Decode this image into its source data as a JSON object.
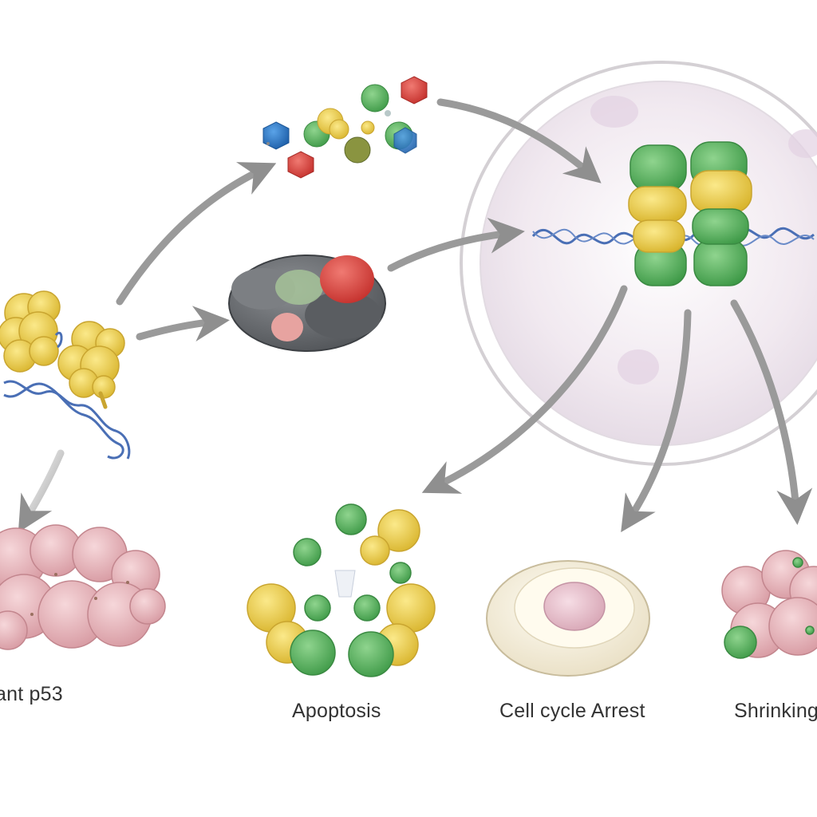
{
  "labels": {
    "mutant": "ant p53",
    "apoptosis": "Apoptosis",
    "arrest": "Cell cycle Arrest",
    "shrinking": "Shrinking"
  },
  "colors": {
    "arrow": "#9a9a9a",
    "dna": "#4a6fb5",
    "p53_yellow": "#f0d24a",
    "p53_green": "#5cb35f",
    "fragment_red": "#d9423e",
    "fragment_blue": "#2f78c8",
    "proteasome_gray": "#6b6e72",
    "nucleus": "#efe7ee",
    "tumor_pink": "#e8b8bd",
    "cell_cream": "#f5efdc",
    "cell_nucleus": "#e7bcc8"
  },
  "icons": [
    "mutant-p53-protein-icon",
    "dna-helix-icon",
    "protein-fragments-icon",
    "proteasome-icon",
    "nucleus-icon",
    "p53-tetramer-icon",
    "tumor-cluster-icon",
    "apoptotic-bodies-icon",
    "arrested-cell-icon",
    "shrinking-tumor-icon"
  ]
}
